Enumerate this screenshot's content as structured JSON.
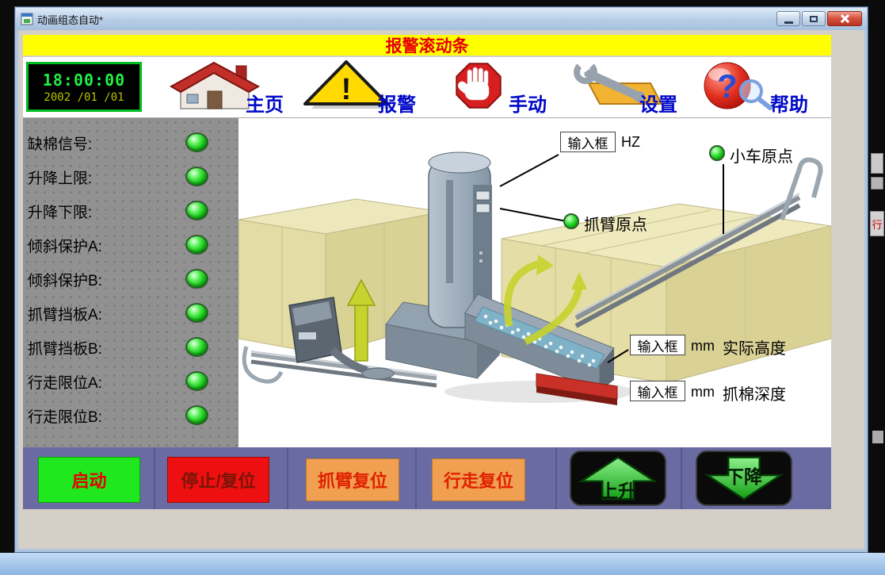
{
  "window": {
    "title": "动画组态自动*"
  },
  "alarm_banner": {
    "text": "报警滚动条"
  },
  "toolbar": {
    "clock": {
      "time": "18:00:00",
      "date": "2002 /01 /01"
    },
    "home": "主页",
    "alarm": "报警",
    "manual": "手动",
    "settings": "设置",
    "help": "帮助"
  },
  "status_panel": {
    "items": [
      {
        "label": "缺棉信号:",
        "state": "on"
      },
      {
        "label": "升降上限:",
        "state": "on"
      },
      {
        "label": "升降下限:",
        "state": "on"
      },
      {
        "label": "倾斜保护A:",
        "state": "on"
      },
      {
        "label": "倾斜保护B:",
        "state": "on"
      },
      {
        "label": "抓臂挡板A:",
        "state": "on"
      },
      {
        "label": "抓臂挡板B:",
        "state": "on"
      },
      {
        "label": "行走限位A:",
        "state": "on"
      },
      {
        "label": "行走限位B:",
        "state": "on"
      }
    ]
  },
  "diagram": {
    "hz_input_value": "输入框",
    "hz_unit": "HZ",
    "trolley_origin": "小车原点",
    "arm_origin": "抓臂原点",
    "height_input_value": "输入框",
    "height_unit": "mm",
    "height_caption": "实际高度",
    "depth_input_value": "输入框",
    "depth_unit": "mm",
    "depth_caption": "抓棉深度"
  },
  "controls_bar": {
    "start": "启动",
    "stop_reset": "停止/复位",
    "arm_reset": "抓臂复位",
    "travel_reset": "行走复位",
    "up": "上升",
    "down": "下降"
  },
  "background_fragments": {
    "label": "行"
  },
  "colors": {
    "banner_bg": "#ffff00",
    "banner_text": "#e60000",
    "toolbar_label_blue": "#0008c8",
    "led_green": "#12c012",
    "start_green": "#1fe81f",
    "stop_red": "#ee1010",
    "reset_orange": "#f0a050",
    "strip_purple": "#6b6ba3",
    "clock_time_green": "#22ee44",
    "clock_date_yellow": "#b9c400"
  }
}
